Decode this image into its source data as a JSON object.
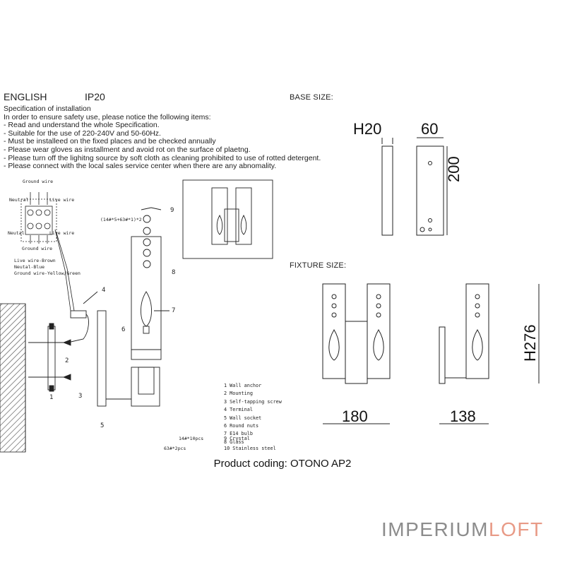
{
  "header": {
    "language": "ENGLISH",
    "ip_rating": "IP20",
    "base_size": "BASE SIZE:",
    "fixture_size": "FIXTURE SIZE:"
  },
  "specification": {
    "title": "Specification of installation",
    "intro": "In order to ensure safety use, please notice the following items:",
    "items": [
      "- Read and understand the whole Specification.",
      "- Suitable for the use of 220-240V and 50-60Hz.",
      "- Must be installeed on the fixed places and be checked annually",
      "- Please wear gloves as installment and avoid rot on the surface of plaetng.",
      "- Please turn off the lighitng source by soft cloth as cleaning prohibited to use of rotted detergent.",
      "- Please connect with the local sales service center when there are any abnomality."
    ]
  },
  "wiring": {
    "ground_top": "Ground wire",
    "neutral_top": "Neutral",
    "live_top": "Live wire",
    "neutral_bottom": "Neutal",
    "live_bottom": "Live wire",
    "ground_bottom": "Ground wire",
    "legend": [
      "Live wire-Brown",
      "Neutal-Blue",
      "Ground wire-Yellow/Green"
    ]
  },
  "exploded": {
    "crystal_size": "(14#*5+63#*1)*2",
    "callouts": [
      "1",
      "2",
      "3",
      "4",
      "5",
      "6",
      "7",
      "8",
      "9"
    ]
  },
  "parts": [
    "1 Wall anchor",
    "2 Mounting",
    "3 Self-tapping screw",
    "4 Terminal",
    "5 Wall socket",
    "6 Round nuts",
    "7 E14 bulb",
    "8 Glass"
  ],
  "parts_extra": [
    {
      "qty": "14#*10pcs",
      "label": "9 Crystal"
    },
    {
      "qty": "63#*2pcs",
      "label": "10 Stainless steel"
    }
  ],
  "dimensions": {
    "base_depth": "H20",
    "base_width": "60",
    "base_height": "200",
    "fixture_width": "180",
    "fixture_depth": "138",
    "fixture_height": "H276"
  },
  "product_coding": "Product coding: OTONO AP2",
  "brand": {
    "part1": "IMPERIUM",
    "part2": "LOFT",
    "color1": "#8c8c8c",
    "color2": "#e89a86"
  }
}
